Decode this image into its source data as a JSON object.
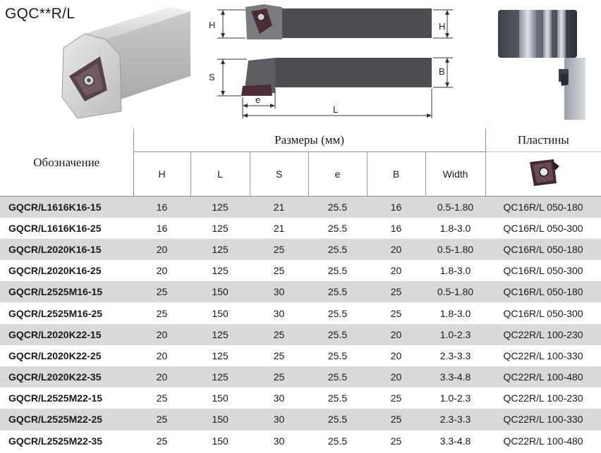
{
  "title": "GQC**R/L",
  "drawing_labels": {
    "h_left": "H",
    "h_right": "H",
    "s": "S",
    "b": "B",
    "e": "e",
    "l": "L"
  },
  "table": {
    "header_designation": "Обозначение",
    "header_dimensions": "Размеры (мм)",
    "header_inserts": "Пластины",
    "columns": [
      "H",
      "L",
      "S",
      "e",
      "B",
      "Width"
    ],
    "rows": [
      {
        "code": "GQCR/L1616K16-15",
        "H": "16",
        "L": "125",
        "S": "21",
        "e": "25.5",
        "B": "16",
        "Width": "0.5-1.80",
        "insert": "QC16R/L 050-180"
      },
      {
        "code": "GQCR/L1616K16-25",
        "H": "16",
        "L": "125",
        "S": "21",
        "e": "25.5",
        "B": "16",
        "Width": "1.8-3.0",
        "insert": "QC16R/L 050-300"
      },
      {
        "code": "GQCR/L2020K16-15",
        "H": "20",
        "L": "125",
        "S": "25",
        "e": "25.5",
        "B": "20",
        "Width": "0.5-1.80",
        "insert": "QC16R/L 050-180"
      },
      {
        "code": "GQCR/L2020K16-25",
        "H": "20",
        "L": "125",
        "S": "25",
        "e": "25.5",
        "B": "20",
        "Width": "1.8-3.0",
        "insert": "QC16R/L 050-300"
      },
      {
        "code": "GQCR/L2525M16-15",
        "H": "25",
        "L": "150",
        "S": "30",
        "e": "25.5",
        "B": "25",
        "Width": "0.5-1.80",
        "insert": "QC16R/L 050-180"
      },
      {
        "code": "GQCR/L2525M16-25",
        "H": "25",
        "L": "150",
        "S": "30",
        "e": "25.5",
        "B": "25",
        "Width": "1.8-3.0",
        "insert": "QC16R/L 050-300"
      },
      {
        "code": "GQCR/L2020K22-15",
        "H": "20",
        "L": "125",
        "S": "25",
        "e": "25.5",
        "B": "20",
        "Width": "1.0-2.3",
        "insert": "QC22R/L 100-230"
      },
      {
        "code": "GQCR/L2020K22-25",
        "H": "20",
        "L": "125",
        "S": "25",
        "e": "25.5",
        "B": "20",
        "Width": "2.3-3.3",
        "insert": "QC22R/L 100-330"
      },
      {
        "code": "GQCR/L2020K22-35",
        "H": "20",
        "L": "125",
        "S": "25",
        "e": "25.5",
        "B": "20",
        "Width": "3.3-4.8",
        "insert": "QC22R/L 100-480"
      },
      {
        "code": "GQCR/L2525M22-15",
        "H": "25",
        "L": "150",
        "S": "30",
        "e": "25.5",
        "B": "25",
        "Width": "1.0-2.3",
        "insert": "QC22R/L 100-230"
      },
      {
        "code": "GQCR/L2525M22-25",
        "H": "25",
        "L": "150",
        "S": "30",
        "e": "25.5",
        "B": "25",
        "Width": "2.3-3.3",
        "insert": "QC22R/L 100-330"
      },
      {
        "code": "GQCR/L2525M22-35",
        "H": "25",
        "L": "150",
        "S": "30",
        "e": "25.5",
        "B": "25",
        "Width": "3.3-4.8",
        "insert": "QC22R/L 100-480"
      }
    ]
  }
}
